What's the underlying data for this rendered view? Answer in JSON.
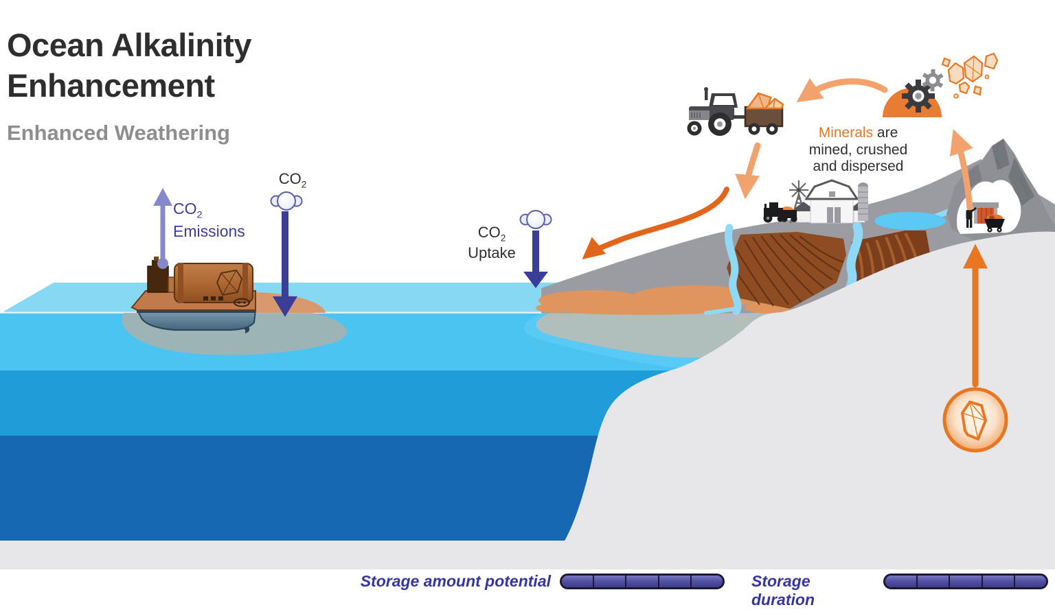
{
  "header": {
    "title_line1": "Ocean Alkalinity",
    "title_line2": "Enhancement",
    "subtitle": "Enhanced Weathering"
  },
  "annotations": {
    "co2_emissions": {
      "formula": "CO",
      "formula_sub": "2",
      "text": "Emissions"
    },
    "co2_surface": {
      "formula": "CO",
      "formula_sub": "2"
    },
    "co2_uptake": {
      "formula": "CO",
      "formula_sub": "2",
      "text": "Uptake"
    },
    "minerals": {
      "highlight": "Minerals",
      "line1_rest": " are",
      "line2": "mined, crushed",
      "line3": "and dispersed"
    }
  },
  "legend": {
    "bars": [
      {
        "label": "Storage amount potential",
        "segments_total": 5,
        "segments_filled": 5
      },
      {
        "label": "Storage duration",
        "segments_total": 5,
        "segments_filled": 5
      }
    ]
  },
  "colors": {
    "accent_orange": "#e87722",
    "arrow_peach": "#f2a26d",
    "arrow_dark_orange": "#e2651c",
    "indigo_text": "#3c3c9b",
    "indigo_arrow": "#3b3e98",
    "emissions_arrow_purple": "#8588cb",
    "ocean_surface": "#87d8f2",
    "ocean_layer1": "#4bc4f1",
    "ocean_layer2": "#1f9dd9",
    "ocean_layer3": "#1668b2",
    "land_gray": "#9b9ca1",
    "mountain_gray": "#8e9095",
    "seafloor_gray": "#e7e7ea",
    "field_brown": "#8d4c22",
    "stream_blue": "#8fd9f6"
  },
  "icons": {
    "co2_molecule": "co2-molecule-icon",
    "gears": "gear-icon",
    "crystals": "crystal-icon",
    "ship": "cargo-ship",
    "tractor": "tractor-icon",
    "farm": "farm-buildings",
    "mine": "mine-entrance",
    "mineral_badge": "mineral-crystal-badge"
  }
}
